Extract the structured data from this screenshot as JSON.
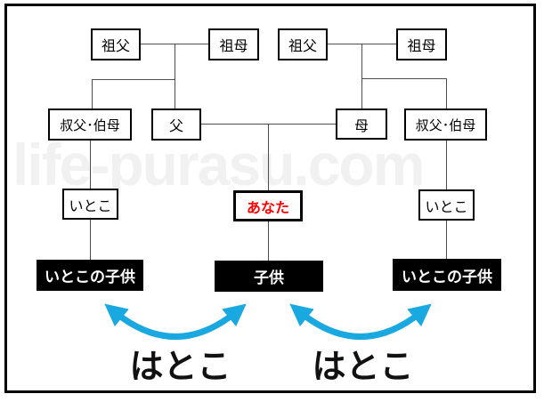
{
  "watermark": "life-purasu.com",
  "nodes": {
    "paternal_grandfather": "祖父",
    "paternal_grandmother": "祖母",
    "maternal_grandfather": "祖父",
    "maternal_grandmother": "祖母",
    "paternal_uncle_aunt": "叔父･伯母",
    "father": "父",
    "mother": "母",
    "maternal_uncle_aunt": "叔父･伯母",
    "paternal_cousin": "いとこ",
    "you": "あなた",
    "maternal_cousin": "いとこ",
    "paternal_cousin_child": "いとこの子供",
    "child": "子供",
    "maternal_cousin_child": "いとこの子供"
  },
  "relations": {
    "left": "はとこ",
    "right": "はとこ"
  },
  "colors": {
    "arrow": "#19A8E0",
    "you_text": "#FF0000",
    "child_box_bg": "#000000"
  }
}
